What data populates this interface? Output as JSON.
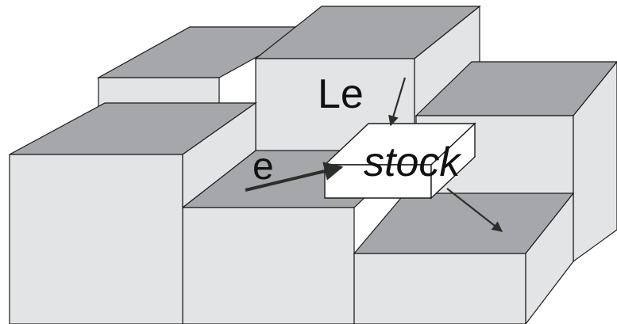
{
  "labels": {
    "stock": "stock",
    "le": "Le",
    "e": "e"
  },
  "colors": {
    "top_face": "#a6a7aa",
    "side_face": "#e3e4e6",
    "stock_block": "#ffffff",
    "outline": "#1b1b1b",
    "arrow": "#2a2f2b"
  }
}
